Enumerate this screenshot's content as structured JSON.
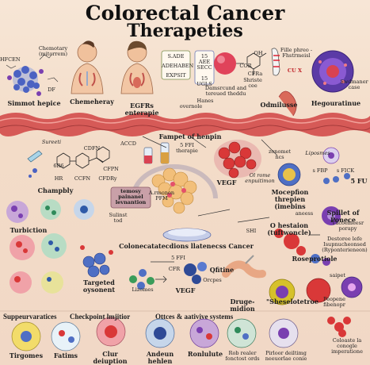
{
  "title": {
    "line1": "Colorectal Cancer",
    "line2": "Therapeties"
  },
  "top_row": {
    "chem_label_a": "Chemotary\n(mitorrem)",
    "chem_label_b": "HFCEN",
    "chem_label_c": "DF",
    "simmot_hepice": "Simmot hepice",
    "chemeheray": "Chemeheray",
    "egfr_enterapie": "EGFRs enterapie",
    "card_lines": [
      "S.ADE",
      "ADEHABEN",
      "EXPSIT"
    ],
    "card2_lines": [
      "15 AEE",
      "SECC",
      "15 UGLS"
    ],
    "hanes": "Hanes",
    "overnole": "overnole",
    "dam_label": "Damsrcund and\ntereued theddu",
    "shriste_ose": "Shriste\ncee",
    "cor": "COR",
    "oh": "OH",
    "cfra": "CFRa",
    "file_phreo": "Fille phreo -\nFhstrmeisl",
    "cu_x": "CU X",
    "odmilusse": "Odmilusse",
    "hegouratinue": "Hegouratinue",
    "swomaner_case": "Swdmaner\ncase"
  },
  "middle_left": {
    "sureeti": "Sureeti",
    "cdfn1": "CDFN",
    "chem_small": [
      "6R6",
      "HR",
      "CCFN",
      "CFPN",
      "CFDRy",
      "ACCD"
    ],
    "champbly": "Champbly",
    "turbiction": "Turbiction",
    "fampet": "Fampet of henpin",
    "sff": "5 FFI\ntherapie",
    "tennsy_box": "temosy\npainanel\nlevnantion",
    "armonon": "A.rmonon\nPFM",
    "sulinst": "Sulinst\ntod",
    "vegf": "VEGF",
    "ocrome": "Ol rome\nenpuitimon"
  },
  "middle_right": {
    "zenonet": "zonomet\nncs",
    "liposmes": "Liposmes",
    "sfbp": "s FBP",
    "sfick": "s FICK",
    "sfu": "5 FU",
    "mocepfion": "Mocepfion\nthrepien\n(imebins",
    "aneess": "aneess",
    "spillet": "Spillet of Ponece",
    "tucoe": "Tucoemeesr\nporapy",
    "ohestaion": "O hestaion\n(tuftwoncle)",
    "destoree": "Destoree lefe\nIsupnucheonsed\n(Ryponterieneon)",
    "roseprotiole": "Roseprotiole"
  },
  "lower_mid": {
    "colonecal": "Colonecatatecdions llatenecss Cancer",
    "targeted": "Targeted\noysonent",
    "sffi": "5 FFI",
    "cfr": "CFR",
    "lizomes": "Lizomes",
    "qfitine": "Qfitine",
    "orcpes": "Orcpes",
    "vegf2": "VEGF",
    "drugemidion": "Druge-midion",
    "shesel": "\"Sheselotetroe",
    "saipet": "saipet",
    "peopene": "Peopene\nfibenopr",
    "shi": "SHI"
  },
  "bottom_row": {
    "headers": [
      "Suppeurvaratices",
      "Checkpoint lmjitior",
      "Ottces & aativive systems"
    ],
    "items": [
      "Tirgomes",
      "Fatims",
      "Clur deiuption",
      "Andeun hehlen",
      "Ronlulute",
      "Rob realer\nfonctost ords",
      "Pirloor deiltimg\nneeuorlae conie",
      "Coloaste la\nconogle\nimperatione"
    ]
  },
  "colors": {
    "background": "#f3dcc8",
    "intestine": "#d65a57",
    "cell_blue": "#4f6fc4",
    "cell_red": "#d93838",
    "cell_purple": "#7a3fb0"
  }
}
